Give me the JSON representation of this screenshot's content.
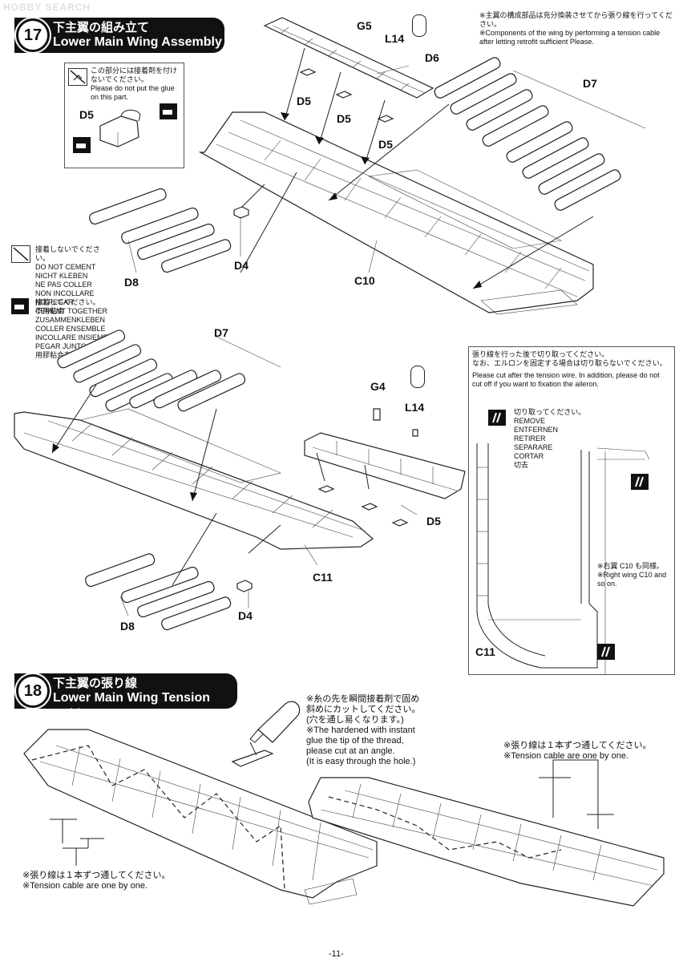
{
  "watermark": "HOBBY SEARCH",
  "step17": {
    "number": "17",
    "title_ja": "下主翼の組み立て",
    "title_en": "Lower Main Wing Assembly",
    "note_ja": "※主翼の構成部品は充分換装させてから張り線を行ってください。",
    "note_en": "※Components of the wing by performing a tension cable after letting retrofit sufficient Please.",
    "glue_inset": {
      "ja": "この部分には接着剤を付けないでください。",
      "en": "Please do not put the glue on this part.",
      "part": "D5"
    }
  },
  "legend": {
    "no_cement": [
      "接着しないでください。",
      "DO NOT CEMENT",
      "NICHT KLEBEN",
      "NE PAS COLLER",
      "NON INCOLLARE",
      "NO PEGAR",
      "不用粘合"
    ],
    "cement": [
      "接着してください。",
      "CEMENT TOGETHER",
      "ZUSAMMENKLEBEN",
      "COLLER ENSEMBLE",
      "INCOLLARE INSIEME",
      "PEGAR JUNTO",
      "用膠粘合在一起"
    ]
  },
  "parts_upper": {
    "g5": "G5",
    "l14": "L14",
    "d6": "D6",
    "d7": "D7",
    "d5a": "D5",
    "d5b": "D5",
    "d5c": "D5",
    "d4": "D4",
    "d8": "D8",
    "c10": "C10"
  },
  "parts_lower": {
    "d7": "D7",
    "g4": "G4",
    "l14": "L14",
    "d5": "D5",
    "c11": "C11",
    "d8": "D8",
    "d4": "D4"
  },
  "cut_box": {
    "ja1": "張り線を行った後で切り取ってください。",
    "ja2": "なお、エルロンを固定する場合は切り取らないでください。",
    "en": "Please cut after the tension wire. In addition, please do not cut off if you want to fixation the aileron.",
    "remove": [
      "切り取ってください。",
      "REMOVE",
      "ENTFERNEN",
      "RETIRER",
      "SEPARARE",
      "CORTAR",
      "切去"
    ],
    "right_ja": "※右翼 C10 も同様。",
    "right_en": "※Right wing C10 and so on.",
    "part": "C11"
  },
  "step18": {
    "number": "18",
    "title_ja": "下主翼の張り線",
    "title_en": "Lower Main Wing Tension Cable",
    "glue_tip_ja1": "※糸の先を瞬間接着剤で固め",
    "glue_tip_ja2": "斜めにカットしてください。",
    "glue_tip_ja3": "(穴を通し易くなります。)",
    "glue_tip_en1": "※The hardened with instant",
    "glue_tip_en2": "glue the tip of the thread,",
    "glue_tip_en3": "please cut at an angle.",
    "glue_tip_en4": "(It is easy through the hole.)",
    "cable_ja": "※張り線は１本ずつ通してください。",
    "cable_en": "※Tension cable are one by one."
  },
  "page": "-11-"
}
